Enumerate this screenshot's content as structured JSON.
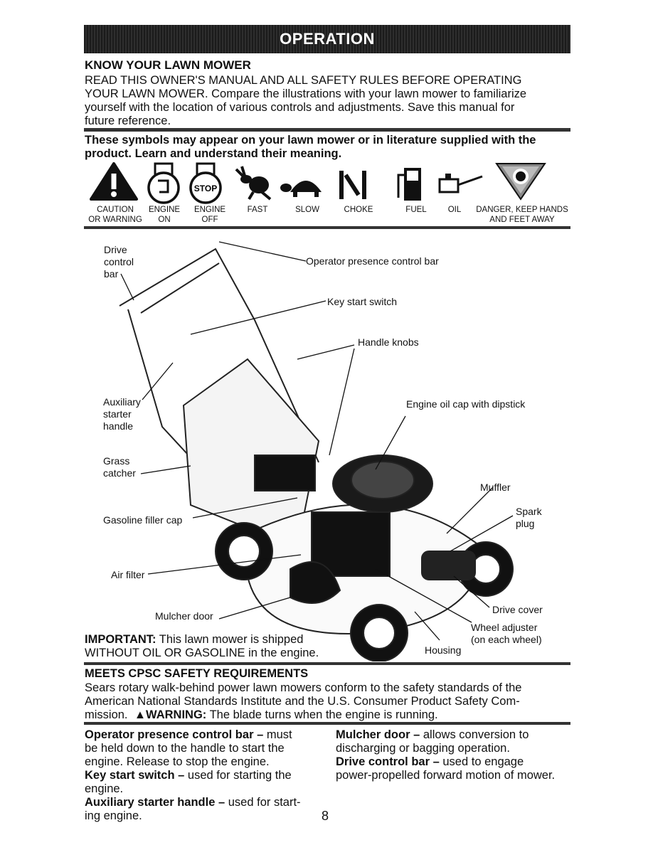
{
  "banner": {
    "title": "OPERATION"
  },
  "know": {
    "heading": "KNOW YOUR LAWN MOWER",
    "lines": [
      "READ THIS OWNER'S MANUAL AND ALL SAFETY RULES BEFORE OPERATING",
      "YOUR LAWN MOWER.  Compare the illustrations with your lawn mower to familiarize",
      "yourself with the location of various controls and adjustments.  Save this manual for",
      "future reference."
    ]
  },
  "symbols": {
    "intro_lines": [
      "These symbols may appear on your lawn mower or in literature supplied with the",
      "product.  Learn and understand their meaning."
    ],
    "stop_text": "STOP",
    "items": [
      {
        "icon": "caution-triangle-icon",
        "label1": "CAUTION",
        "label2": "OR WARNING"
      },
      {
        "icon": "engine-on-icon",
        "label1": "ENGINE",
        "label2": "ON"
      },
      {
        "icon": "engine-off-icon",
        "label1": "ENGINE",
        "label2": "OFF"
      },
      {
        "icon": "rabbit-icon",
        "label1": "FAST",
        "label2": ""
      },
      {
        "icon": "turtle-icon",
        "label1": "SLOW",
        "label2": ""
      },
      {
        "icon": "choke-icon",
        "label1": "CHOKE",
        "label2": ""
      },
      {
        "icon": "fuel-pump-icon",
        "label1": "FUEL",
        "label2": ""
      },
      {
        "icon": "oil-can-icon",
        "label1": "OIL",
        "label2": ""
      },
      {
        "icon": "hand-danger-icon",
        "label1": "DANGER, KEEP HANDS",
        "label2": "AND FEET AWAY"
      }
    ]
  },
  "diagram": {
    "labels": {
      "drive_control_bar": [
        "Drive",
        "control",
        "bar"
      ],
      "operator_presence": "Operator presence control bar",
      "key_start": "Key start switch",
      "handle_knobs": "Handle knobs",
      "engine_oil_cap": "Engine oil cap with dipstick",
      "aux_starter": [
        "Auxiliary",
        "starter",
        "handle"
      ],
      "grass_catcher": [
        "Grass",
        "catcher"
      ],
      "muffler": "Muffler",
      "spark_plug": [
        "Spark",
        "plug"
      ],
      "gas_filler": "Gasoline filler cap",
      "air_filter": "Air filter",
      "drive_cover": "Drive cover",
      "mulcher_door": "Mulcher door",
      "wheel_adjuster": [
        "Wheel adjuster",
        "(on each wheel)"
      ],
      "housing": "Housing"
    },
    "important": {
      "bold": "IMPORTANT:",
      "line1": " This lawn mower is shipped",
      "line2": "WITHOUT OIL OR GASOLINE in the engine."
    }
  },
  "cpsc": {
    "heading": "MEETS CPSC SAFETY REQUIREMENTS",
    "line1": "Sears rotary walk-behind power lawn mowers conform to the safety standards of the",
    "line2": "American National Standards Institute and the U.S. Consumer Product Safety Com-",
    "line3_pre": "mission.  ",
    "warning_bold": "WARNING:",
    "line3_post": " The blade turns when the engine is running."
  },
  "definitions": {
    "left": [
      {
        "term": "Operator presence control bar –",
        "lines": [
          " must",
          "be held down to the handle to start the",
          "engine.  Release to stop the engine."
        ]
      },
      {
        "term": "Key start switch –",
        "lines": [
          " used for starting the",
          "engine."
        ]
      },
      {
        "term": "Auxiliary starter handle –",
        "lines": [
          " used for start-",
          "ing engine."
        ]
      }
    ],
    "right": [
      {
        "term": "Mulcher door –",
        "lines": [
          " allows conversion to",
          "discharging or bagging operation."
        ]
      },
      {
        "term": "Drive control bar –",
        "lines": [
          " used to engage",
          "power-propelled forward motion of mower."
        ]
      }
    ]
  },
  "page_number": "8"
}
